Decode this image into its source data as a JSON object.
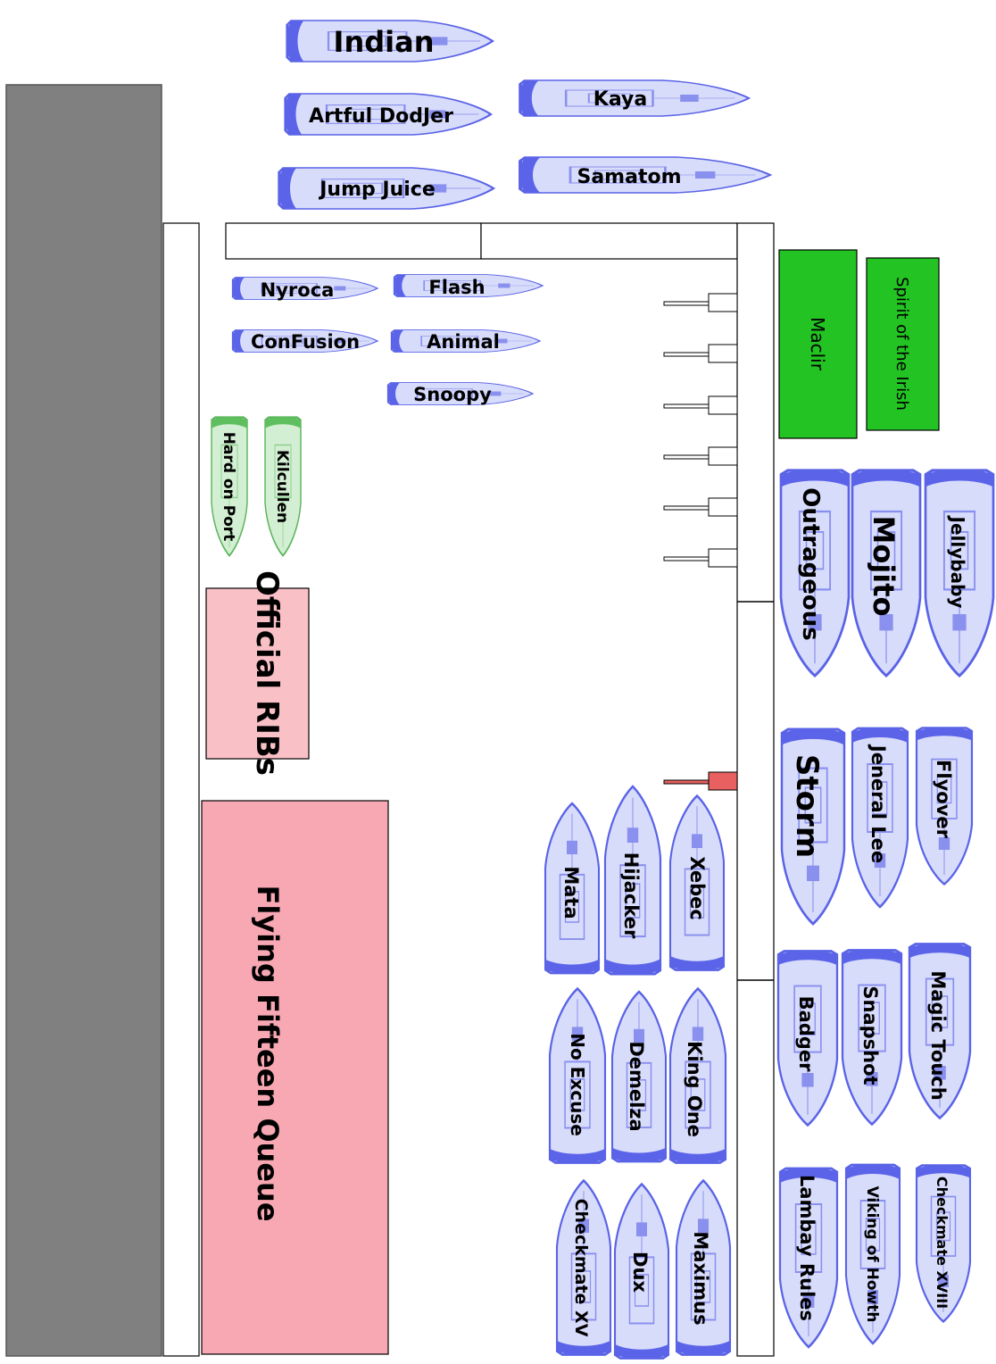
{
  "colors": {
    "hull_fill": "#d8dcfb",
    "hull_stroke": "#5a63e6",
    "bow_fill": "#5b64e8",
    "hull_green_fill": "#d3efd3",
    "hull_green_stroke": "#58b358",
    "bow_green_fill": "#5fbf5f",
    "quay": "#808080",
    "pink_zone": "#f7a8b3",
    "light_pink_zone": "#f9c0c6",
    "green_zone": "#22c322",
    "red_berth": "#e86060"
  },
  "zones": {
    "official_ribs": "Official RIBs",
    "flying_fifteen_queue": "Flying Fifteen Queue",
    "maclir": "Maclir",
    "spirit_of_the_irish": "Spirit of the Irish"
  },
  "boats": {
    "indian": "Indian",
    "artful_dodjer": "Artful DodJer",
    "jump_juice": "Jump Juice",
    "kaya": "Kaya",
    "samatom": "Samatom",
    "nyroca": "Nyroca",
    "confusion": "ConFusion",
    "flash": "Flash",
    "animal": "Animal",
    "snoopy": "Snoopy",
    "hard_on_port": "Hard on Port",
    "kilcullen": "Kilcullen",
    "outrageous": "Outrageous",
    "mojito": "Mojito",
    "jellybaby": "Jellybaby",
    "storm": "Storm",
    "jeneral_lee": "Jeneral Lee",
    "flyover": "Flyover",
    "badger": "Badger",
    "snapshot": "Snapshot",
    "magic_touch": "Magic Touch",
    "lambay_rules": "Lambay Rules",
    "viking_of_howth": "Viking of Howth",
    "checkmate_xviii": "Checkmate XVIII",
    "mata": "Mata",
    "hijacker": "Hijacker",
    "xebec": "Xebec",
    "no_excuse": "No Excuse",
    "demelza": "Demelza",
    "king_one": "King One",
    "checkmate_xv": "Checkmate XV",
    "dux": "Dux",
    "maximus": "Maximus"
  }
}
